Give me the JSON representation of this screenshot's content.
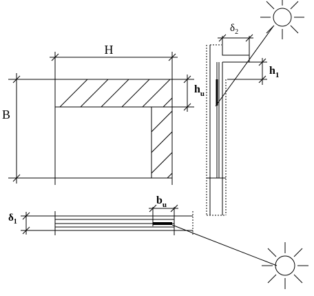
{
  "labels": {
    "H": "H",
    "B": "B",
    "hu_main": "h",
    "hu_sub": "u",
    "bu_main": "b",
    "bu_sub": "u",
    "h1_main": "h",
    "h1_sub": "1",
    "delta2_main": "δ",
    "delta2_sub": "2",
    "delta1_main": "δ",
    "delta1_sub": "1"
  },
  "icons": [
    "sun-icon-top",
    "sun-icon-bottom"
  ]
}
